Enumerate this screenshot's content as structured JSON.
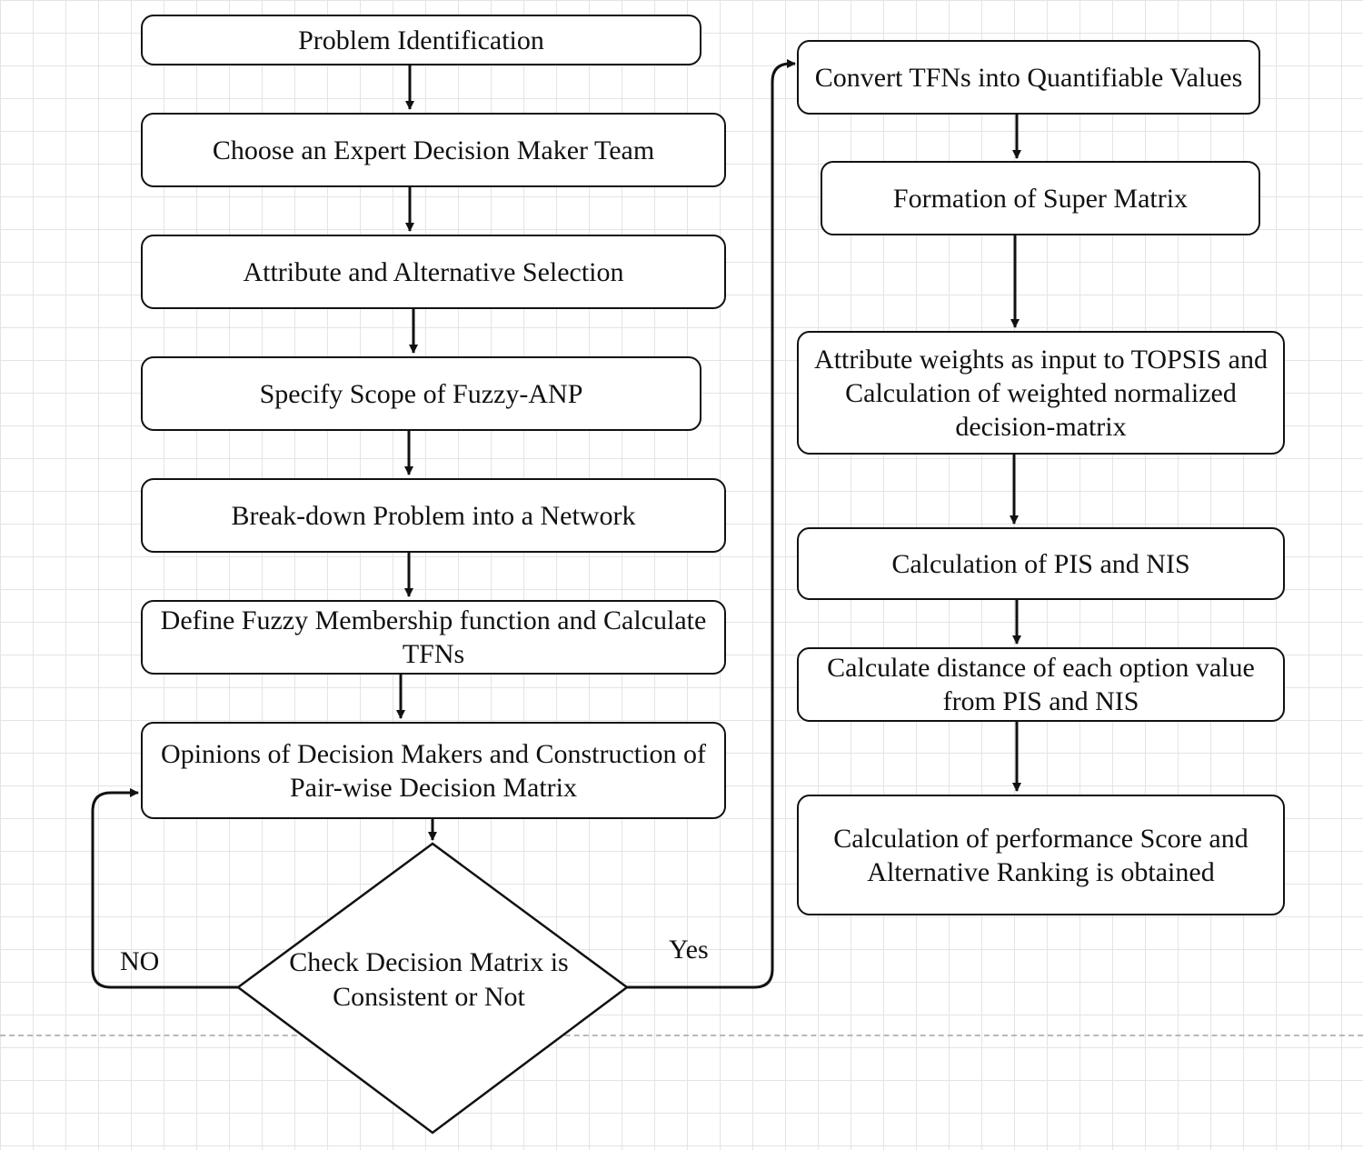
{
  "flowchart": {
    "left_column": [
      "Problem Identification",
      "Choose an Expert Decision Maker Team",
      "Attribute and Alternative Selection",
      "Specify Scope of Fuzzy-ANP",
      "Break-down Problem into a Network",
      "Define Fuzzy Membership function and Calculate TFNs",
      "Opinions of Decision Makers and Construction of Pair-wise Decision Matrix"
    ],
    "decision": "Check  Decision Matrix is Consistent or Not",
    "branch_no": "NO",
    "branch_yes": "Yes",
    "right_column": [
      "Convert TFNs into Quantifiable Values",
      "Formation of Super Matrix",
      "Attribute weights as input to TOPSIS and Calculation of weighted normalized decision-matrix",
      "Calculation of PIS and NIS",
      "Calculate distance of each option value from PIS and NIS",
      "Calculation of performance Score and Alternative Ranking is obtained"
    ]
  },
  "colors": {
    "line": "#111111",
    "grid": "#e4e4e4",
    "background": "#ffffff"
  }
}
